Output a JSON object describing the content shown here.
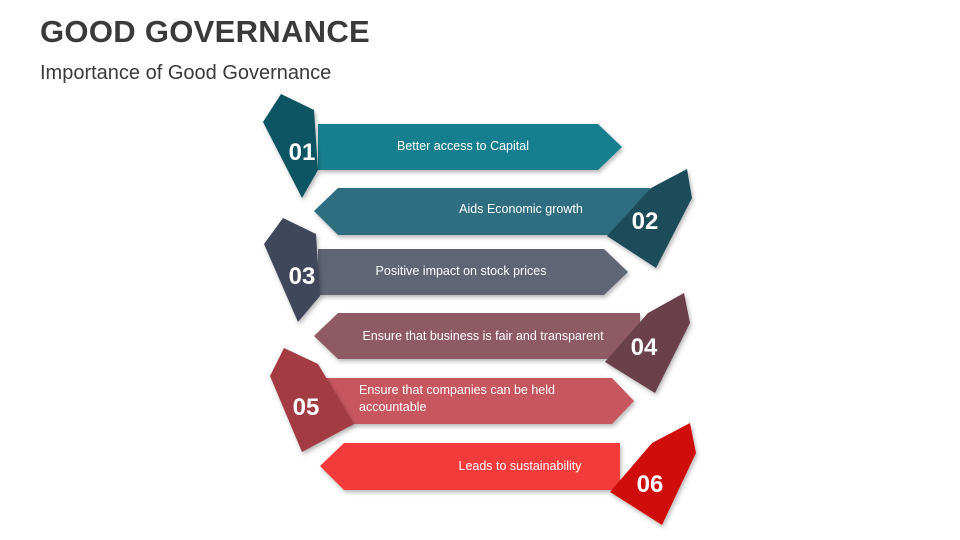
{
  "header": {
    "title": "GOOD GOVERNANCE",
    "subtitle": "Importance of Good Governance"
  },
  "steps": [
    {
      "number": "01",
      "lines": [
        "Better access to Capital"
      ],
      "color": "#157f8f",
      "dark": "#0d5563"
    },
    {
      "number": "02",
      "lines": [
        "Aids Economic growth"
      ],
      "color": "#2f6e80",
      "dark": "#1d4b5a"
    },
    {
      "number": "03",
      "lines": [
        "Positive impact on stock prices"
      ],
      "color": "#5e6575",
      "dark": "#41475a"
    },
    {
      "number": "04",
      "lines": [
        "Ensure that business is fair and transparent"
      ],
      "color": "#8e5a66",
      "dark": "#6a3f4b"
    },
    {
      "number": "05",
      "lines": [
        "Ensure that companies can be held",
        "accountable"
      ],
      "color": "#c7575e",
      "dark": "#a23a42"
    },
    {
      "number": "06",
      "lines": [
        "Leads to sustainability"
      ],
      "color": "#f33a3a",
      "dark": "#cf1111"
    }
  ]
}
